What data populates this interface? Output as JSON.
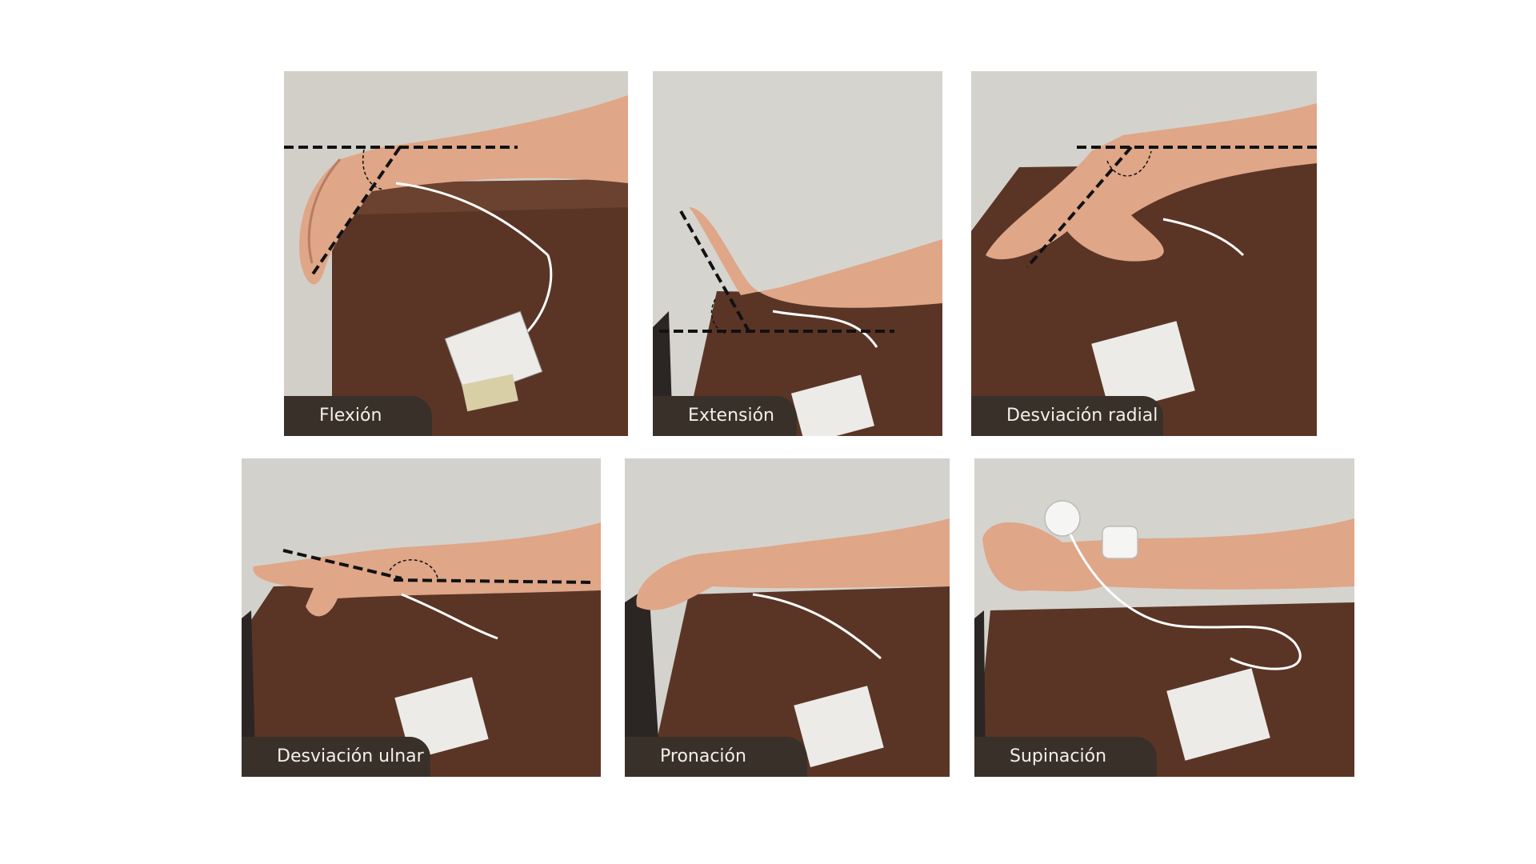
{
  "panels": [
    {
      "label": "Flexión"
    },
    {
      "label": "Extensión"
    },
    {
      "label": "Desviación radial"
    },
    {
      "label": "Desviación ulnar"
    },
    {
      "label": "Pronación"
    },
    {
      "label": "Supinación"
    }
  ],
  "colors": {
    "wall": "#d1cec8",
    "table": "#5a3526",
    "skin": "#e0a98c",
    "board": "#eceae6",
    "label_bg": "#3a302a",
    "label_text": "#f3efe9",
    "guide_line": "#111111"
  }
}
